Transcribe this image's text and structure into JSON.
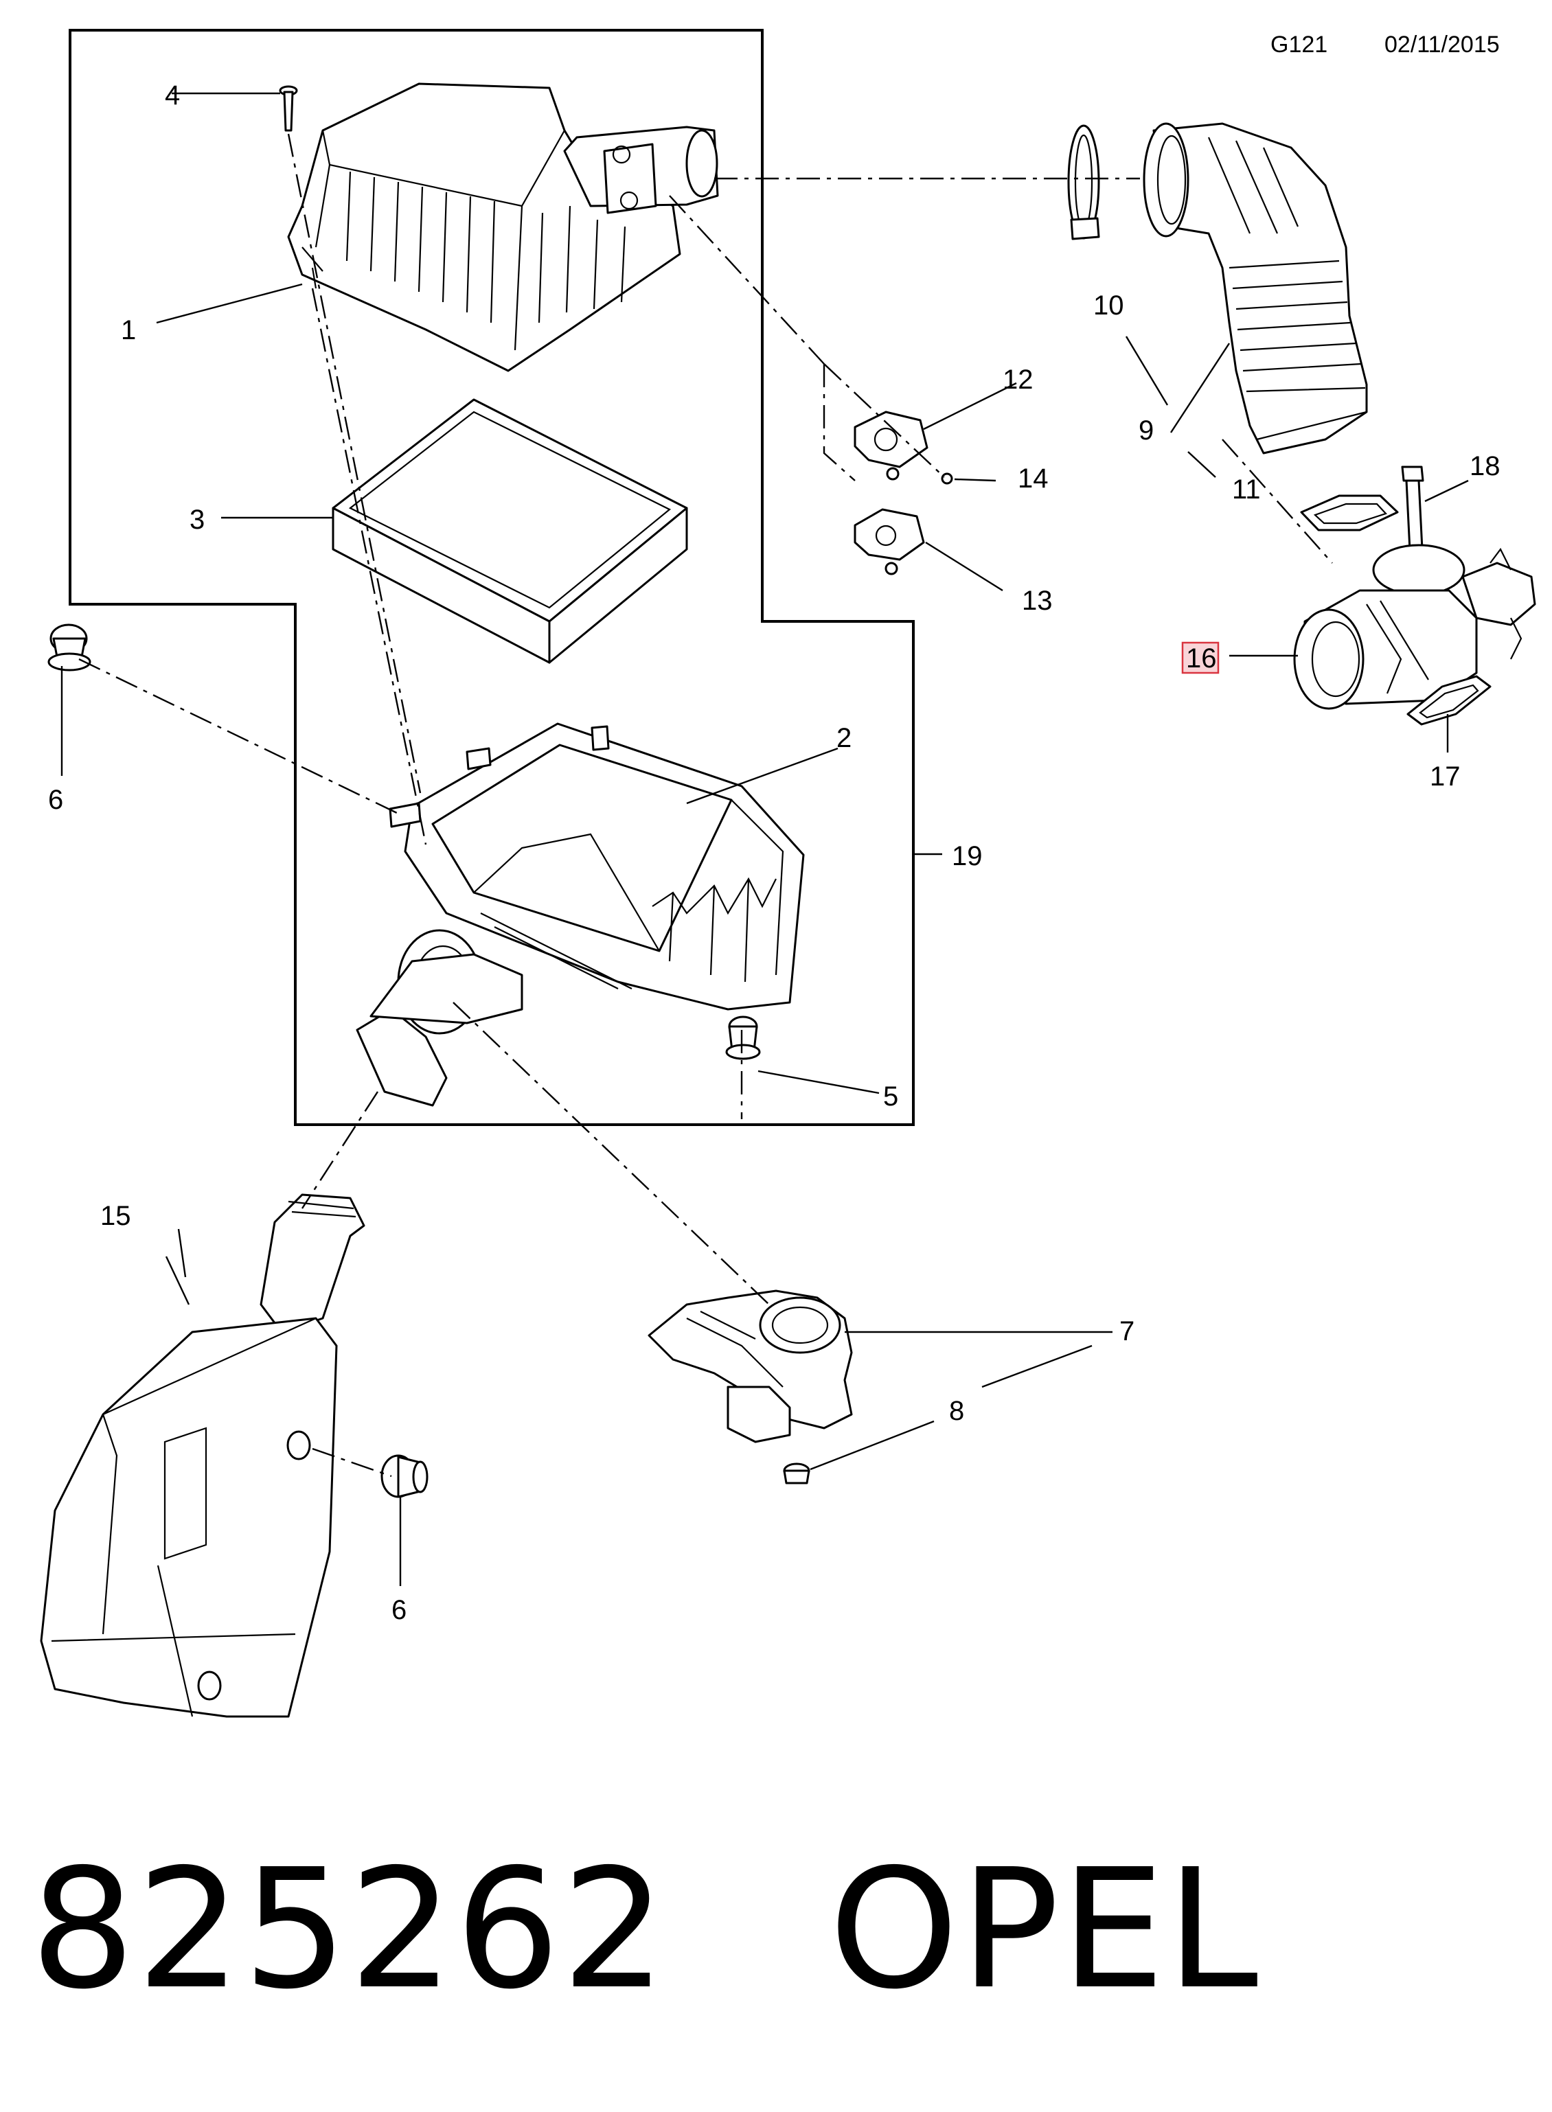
{
  "header": {
    "code": "G121",
    "date": "02/11/2015"
  },
  "callouts": {
    "c1": "1",
    "c2": "2",
    "c3": "3",
    "c4": "4",
    "c5": "5",
    "c6a": "6",
    "c6b": "6",
    "c7": "7",
    "c8": "8",
    "c9": "9",
    "c10": "10",
    "c11": "11",
    "c12": "12",
    "c13": "13",
    "c14": "14",
    "c15": "15",
    "c16": "16",
    "c17": "17",
    "c18": "18",
    "c19": "19"
  },
  "highlight_color": "#f9d4d8",
  "highlight_border": "#d9343f",
  "footer": {
    "part_number": "825262",
    "brand": "OPEL"
  }
}
